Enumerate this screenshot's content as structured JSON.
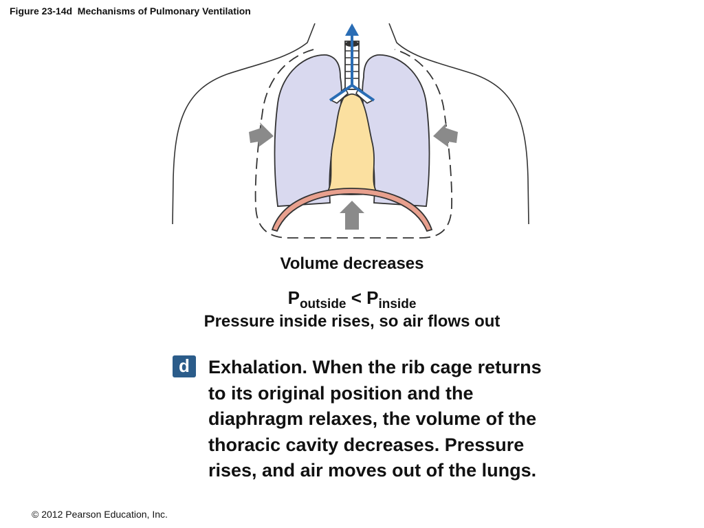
{
  "figure": {
    "title": "Figure 23-14d  Mechanisms of Pulmonary Ventilation"
  },
  "labels": {
    "volume": "Volume decreases",
    "p_letter": "P",
    "p_outside_sub": "outside",
    "relation": " < ",
    "p_inside_sub": "inside",
    "pressure_statement": "Pressure inside rises, so air flows out"
  },
  "caption": {
    "badge": "d",
    "text": "Exhalation. When the rib cage returns to its original position and the diaphragm relaxes, the volume of the thoracic cavity decreases. Pressure rises, and air moves out of the lungs."
  },
  "footer": {
    "copyright": "© 2012 Pearson Education, Inc."
  },
  "colors": {
    "lung_fill": "#d9d9ef",
    "mediastinum_fill": "#fbe0a0",
    "diaphragm_fill": "#e8a08e",
    "air_arrow": "#2a6db5",
    "pressure_arrow": "#8a8a8a",
    "badge_bg": "#2b5c8a"
  },
  "icons": {
    "air_flow_out": "arrow-up-icon",
    "chest_wall_pressure": "arrow-inward-icon",
    "diaphragm_push": "arrow-up-block-icon"
  }
}
